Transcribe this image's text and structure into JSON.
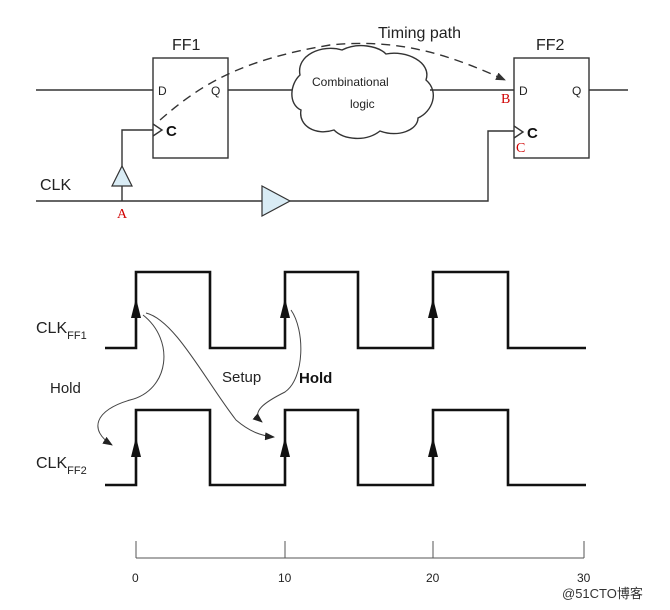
{
  "circuit": {
    "ff1_label": "FF1",
    "ff2_label": "FF2",
    "d_pin": "D",
    "q_pin": "Q",
    "c_pin": "C",
    "timing_path_label": "Timing path",
    "logic_line1": "Combinational",
    "logic_line2": "logic",
    "clk_label": "CLK",
    "node_a": "A",
    "node_b": "B",
    "node_c": "C"
  },
  "waveforms": {
    "clk_ff1_base": "CLK",
    "clk_ff1_sub": "FF1",
    "clk_ff2_base": "CLK",
    "clk_ff2_sub": "FF2",
    "hold_left": "Hold",
    "setup": "Setup",
    "hold_bold": "Hold"
  },
  "axis": {
    "ticks": [
      "0",
      "10",
      "20",
      "30"
    ]
  },
  "watermark": "@51CTO博客"
}
